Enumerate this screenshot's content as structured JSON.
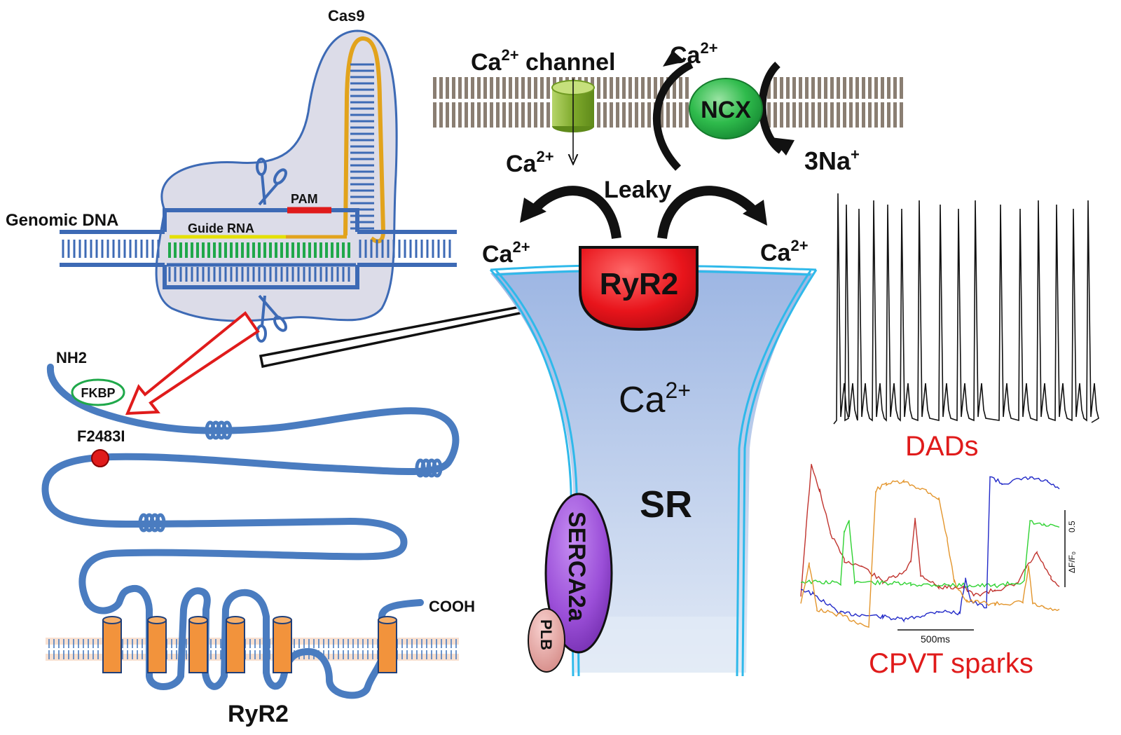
{
  "crispr": {
    "cas9_label": "Cas9",
    "genomic_dna_label": "Genomic DNA",
    "guide_rna_label": "Guide RNA",
    "pam_label": "PAM"
  },
  "protein": {
    "nh2_label": "NH2",
    "fkbp_label": "FKBP",
    "mutation_label": "F2483I",
    "cooh_label": "COOH",
    "name_label": "RyR2"
  },
  "membrane": {
    "ca_channel_label": "Ca",
    "ca_channel_sup": "2+",
    "ca_channel_suffix": " channel",
    "ncx_label": "NCX",
    "ncx_ca_label": "Ca",
    "ncx_ca_sup": "2+",
    "channel_influx_label": "Ca",
    "channel_influx_sup": "2+",
    "na_label": "3Na",
    "na_sup": "+"
  },
  "sr": {
    "leaky_label": "Leaky",
    "ryr2_label": "RyR2",
    "left_ca_label": "Ca",
    "left_ca_sup": "2+",
    "right_ca_label": "Ca",
    "right_ca_sup": "2+",
    "lumen_ca_label": "Ca",
    "lumen_ca_sup": "2+",
    "sr_label": "SR",
    "serca_label": "SERCA2a",
    "plb_label": "PLB"
  },
  "traces": {
    "dads_label": "DADs",
    "sparks_label": "CPVT sparks",
    "scale_time_label": "500ms",
    "scale_y_label": "ΔF/F₀",
    "scale_y_value": "0.5"
  },
  "colors": {
    "dna_blue": "#3d6ab5",
    "protein_blue": "#4a7cc0",
    "guide_yellow": "#e4e000",
    "pam_red": "#e01b1b",
    "rna_green": "#1fa84a",
    "cas9_fill": "#dcdce8",
    "cas9_arm": "#e2a31c",
    "sr_fill": "#a9c0e6",
    "sr_edge": "#2fb9ea",
    "ryr2_red": "#e8141b",
    "serca_purple": "#9b4fd8",
    "plb_pink": "#e7a3a0",
    "ncx_green": "#2fbb4c",
    "channel_green": "#8dbb3a",
    "helix_orange": "#f2933c",
    "text_red": "#e01b1b"
  }
}
